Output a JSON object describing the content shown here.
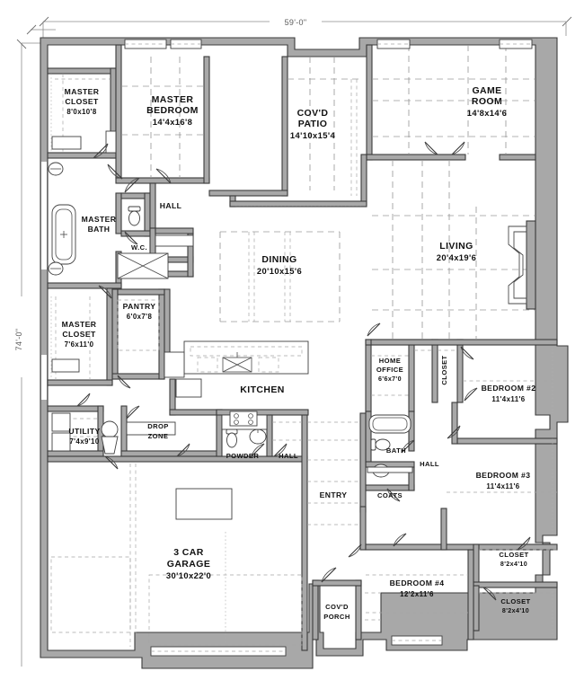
{
  "plan": {
    "title": "Residential Floor Plan",
    "overall_width": "59'-0\"",
    "overall_depth": "74'-0\"",
    "colors": {
      "wall_fill": "#a8a8a8",
      "wall_stroke": "#3b3b3b",
      "hidden_line": "#9a9a9a",
      "text": "#111111",
      "dimension_text": "#5c5c5c",
      "background": "#ffffff"
    }
  },
  "dimensions": {
    "top": {
      "label": "59'-0\""
    },
    "left": {
      "label": "74'-0\""
    }
  },
  "rooms": [
    {
      "id": "master-closet-upper",
      "name_lines": [
        "MASTER",
        "CLOSET"
      ],
      "size": "8'0x10'8"
    },
    {
      "id": "master-bedroom",
      "name_lines": [
        "MASTER",
        "BEDROOM"
      ],
      "size": "14'4x16'8"
    },
    {
      "id": "covd-patio",
      "name_lines": [
        "COV'D",
        "PATIO"
      ],
      "size": "14'10x15'4"
    },
    {
      "id": "game-room",
      "name_lines": [
        "GAME",
        "ROOM"
      ],
      "size": "14'8x14'6"
    },
    {
      "id": "master-bath",
      "name_lines": [
        "MASTER",
        "BATH"
      ],
      "size": ""
    },
    {
      "id": "hall-master",
      "name_lines": [
        "HALL"
      ],
      "size": ""
    },
    {
      "id": "water-closet",
      "name_lines": [
        "W.C."
      ],
      "size": ""
    },
    {
      "id": "master-closet-lower",
      "name_lines": [
        "MASTER",
        "CLOSET"
      ],
      "size": "7'6x11'0"
    },
    {
      "id": "pantry",
      "name_lines": [
        "PANTRY"
      ],
      "size": "6'0x7'8"
    },
    {
      "id": "dining",
      "name_lines": [
        "DINING"
      ],
      "size": "20'10x15'6"
    },
    {
      "id": "living",
      "name_lines": [
        "LIVING"
      ],
      "size": "20'4x19'6"
    },
    {
      "id": "kitchen",
      "name_lines": [
        "KITCHEN"
      ],
      "size": ""
    },
    {
      "id": "home-office",
      "name_lines": [
        "HOME",
        "OFFICE"
      ],
      "size": "6'6x7'0"
    },
    {
      "id": "closet-bed2",
      "name_lines": [
        "CLOSET"
      ],
      "size": ""
    },
    {
      "id": "bedroom-2",
      "name_lines": [
        "BEDROOM  #2"
      ],
      "size": "11'4x11'6"
    },
    {
      "id": "bedroom-3",
      "name_lines": [
        "BEDROOM  #3"
      ],
      "size": "11'4x11'6"
    },
    {
      "id": "bedroom-4",
      "name_lines": [
        "BEDROOM  #4"
      ],
      "size": "12'2x11'6"
    },
    {
      "id": "utility",
      "name_lines": [
        "UTILITY"
      ],
      "size": "7'4x9'10"
    },
    {
      "id": "drop-zone",
      "name_lines": [
        "DROP",
        "ZONE"
      ],
      "size": ""
    },
    {
      "id": "powder",
      "name_lines": [
        "POWDER"
      ],
      "size": ""
    },
    {
      "id": "hall-center",
      "name_lines": [
        "HALL"
      ],
      "size": ""
    },
    {
      "id": "entry",
      "name_lines": [
        "ENTRY"
      ],
      "size": ""
    },
    {
      "id": "bath",
      "name_lines": [
        "BATH"
      ],
      "size": ""
    },
    {
      "id": "hall-bedrooms",
      "name_lines": [
        "HALL"
      ],
      "size": ""
    },
    {
      "id": "coats",
      "name_lines": [
        "COATS"
      ],
      "size": ""
    },
    {
      "id": "garage",
      "name_lines": [
        "3  CAR",
        "GARAGE"
      ],
      "size": "30'10x22'0"
    },
    {
      "id": "covd-porch",
      "name_lines": [
        "COV'D",
        "PORCH"
      ],
      "size": ""
    },
    {
      "id": "closet-bed3",
      "name_lines": [
        "CLOSET"
      ],
      "size": "8'2x4'10"
    },
    {
      "id": "closet-bed4",
      "name_lines": [
        "CLOSET"
      ],
      "size": "8'2x4'10"
    }
  ],
  "labels": {
    "master_closet_upper_l1": "MASTER",
    "master_closet_upper_l2": "CLOSET",
    "master_closet_upper_dim": "8'0x10'8",
    "master_bedroom_l1": "MASTER",
    "master_bedroom_l2": "BEDROOM",
    "master_bedroom_dim": "14'4x16'8",
    "covd_patio_l1": "COV'D",
    "covd_patio_l2": "PATIO",
    "covd_patio_dim": "14'10x15'4",
    "game_room_l1": "GAME",
    "game_room_l2": "ROOM",
    "game_room_dim": "14'8x14'6",
    "master_bath_l1": "MASTER",
    "master_bath_l2": "BATH",
    "hall_master": "HALL",
    "water_closet": "W.C.",
    "master_closet_lower_l1": "MASTER",
    "master_closet_lower_l2": "CLOSET",
    "master_closet_lower_dim": "7'6x11'0",
    "pantry": "PANTRY",
    "pantry_dim": "6'0x7'8",
    "dining": "DINING",
    "dining_dim": "20'10x15'6",
    "living": "LIVING",
    "living_dim": "20'4x19'6",
    "kitchen": "KITCHEN",
    "home_office_l1": "HOME",
    "home_office_l2": "OFFICE",
    "home_office_dim": "6'6x7'0",
    "closet_bed2": "CLOSET",
    "bedroom_2": "BEDROOM  #2",
    "bedroom_2_dim": "11'4x11'6",
    "bedroom_3": "BEDROOM  #3",
    "bedroom_3_dim": "11'4x11'6",
    "bedroom_4": "BEDROOM  #4",
    "bedroom_4_dim": "12'2x11'6",
    "utility": "UTILITY",
    "utility_dim": "7'4x9'10",
    "drop_zone_l1": "DROP",
    "drop_zone_l2": "ZONE",
    "powder": "POWDER",
    "hall_center": "HALL",
    "entry": "ENTRY",
    "bath": "BATH",
    "hall_bedrooms": "HALL",
    "coats": "COATS",
    "garage_l1": "3  CAR",
    "garage_l2": "GARAGE",
    "garage_dim": "30'10x22'0",
    "covd_porch_l1": "COV'D",
    "covd_porch_l2": "PORCH",
    "closet_bed3": "CLOSET",
    "closet_bed3_dim": "8'2x4'10",
    "closet_bed4": "CLOSET",
    "closet_bed4_dim": "8'2x4'10",
    "dim_top": "59'-0\"",
    "dim_left": "74'-0\""
  }
}
